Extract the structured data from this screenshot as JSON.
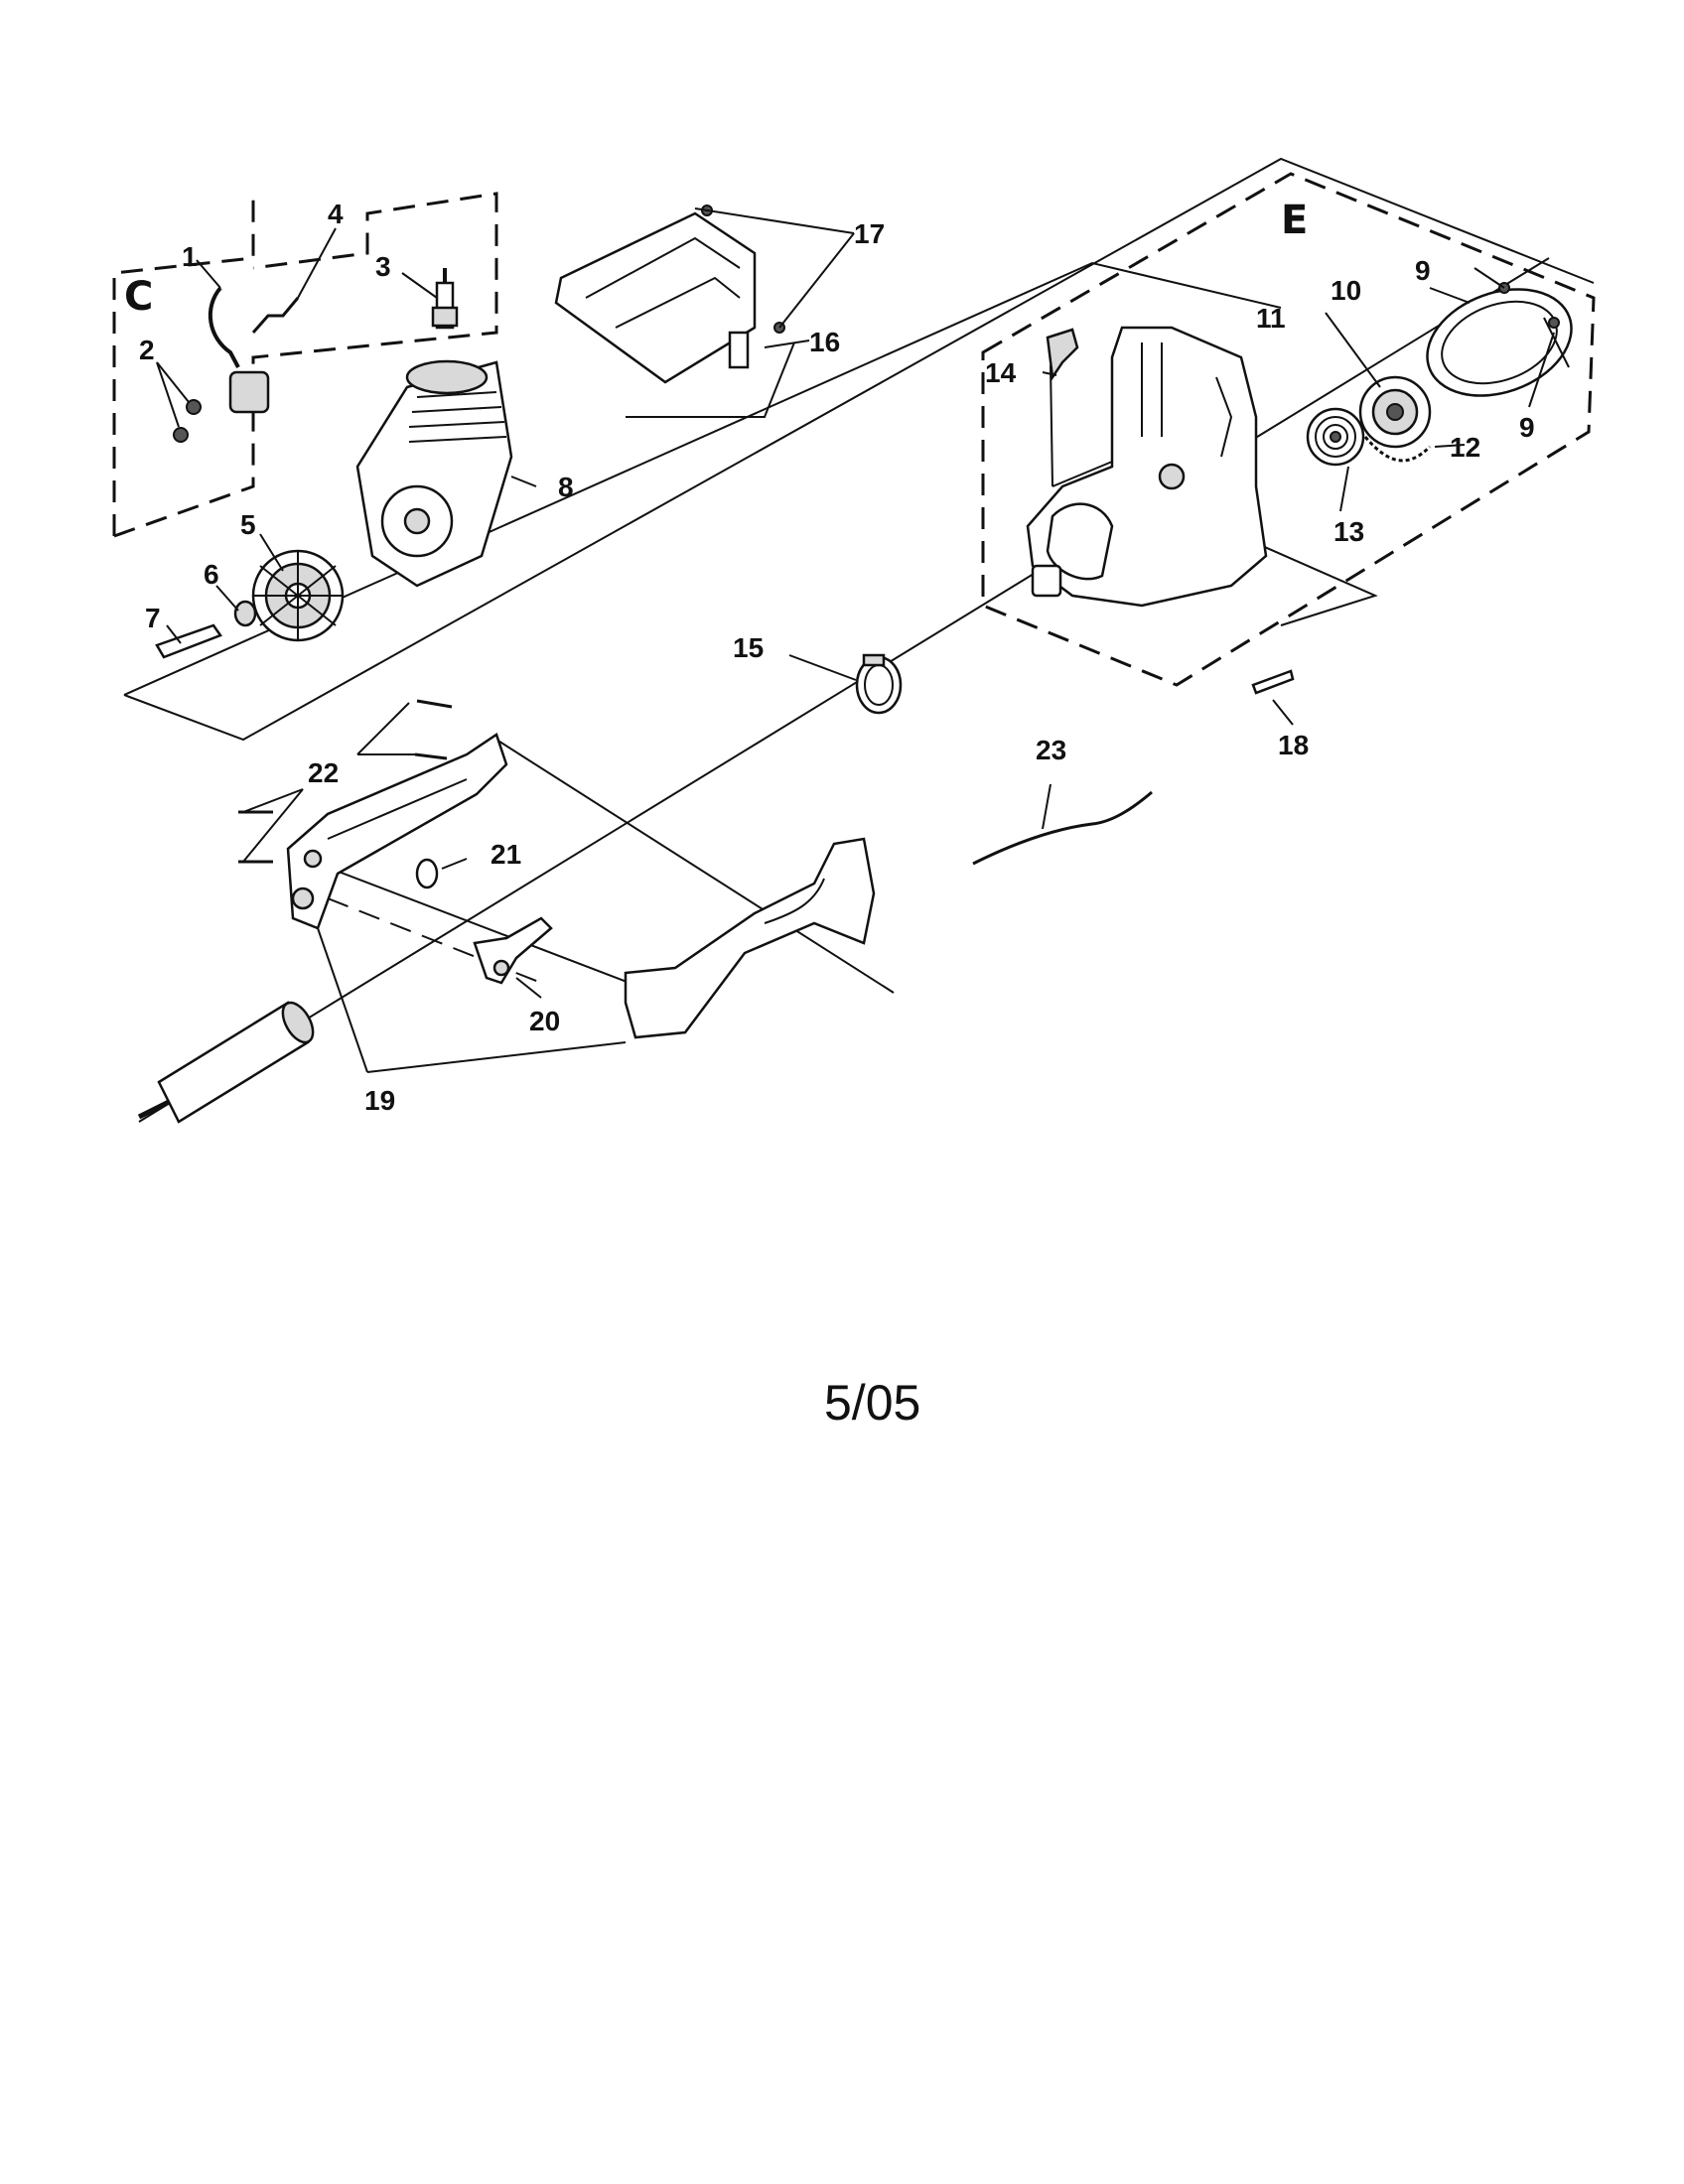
{
  "groups": {
    "c": "C",
    "e": "E"
  },
  "parts": {
    "p1": "1",
    "p2": "2",
    "p3": "3",
    "p4": "4",
    "p5": "5",
    "p6": "6",
    "p7": "7",
    "p8": "8",
    "p9a": "9",
    "p9b": "9",
    "p10": "10",
    "p11": "11",
    "p12": "12",
    "p13": "13",
    "p14": "14",
    "p15": "15",
    "p16": "16",
    "p17": "17",
    "p18": "18",
    "p19": "19",
    "p20": "20",
    "p21": "21",
    "p22": "22",
    "p23": "23"
  },
  "footer": {
    "date_code": "5/05"
  }
}
